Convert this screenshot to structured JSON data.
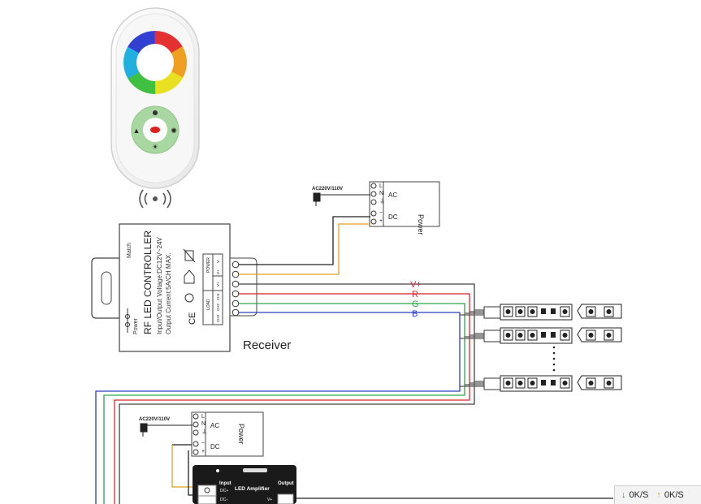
{
  "remote": {
    "wheel": "color-wheel",
    "buttons": [
      "lamp-icon",
      "power-icon",
      "brightness-icon",
      "mode-icon"
    ]
  },
  "controller": {
    "title": "RF LED CONTROLLER",
    "spec1": "Input/Output Voltage:DC12V~24V",
    "spec2": "Output Current:5A/CH MAX.",
    "match": "Match",
    "power": "Power",
    "ce": "CE",
    "term_power": "POWER",
    "term_load": "LOAD",
    "terms": [
      "V-",
      "V+",
      "V+",
      "CH1",
      "CH2",
      "CH3"
    ]
  },
  "receiver_label": "Receiver",
  "psu_top": {
    "mains": "AC220V/110V",
    "ac": "AC",
    "dc": "DC",
    "title": "Power",
    "pins": [
      "L",
      "N",
      "⏚",
      "−",
      "+"
    ]
  },
  "psu_bottom": {
    "mains": "AC220V/110V",
    "ac": "AC",
    "dc": "DC",
    "title": "Power",
    "pins": [
      "L",
      "N",
      "⏚",
      "−",
      "+"
    ]
  },
  "wires": {
    "vplus": "V+",
    "r": "R",
    "g": "G",
    "b": "B"
  },
  "amplifier": {
    "title": "LED Amplifier",
    "input": "Input",
    "output": "Output",
    "dcplus": "DC+",
    "dcminus": "DC−",
    "vplus": "V+"
  },
  "status": {
    "down": "0K/S",
    "up": "0K/S"
  },
  "colors": {
    "red": "#d8232a",
    "green": "#2aa84a",
    "blue": "#2a3fbf",
    "black": "#222222",
    "orange": "#e0a020"
  }
}
